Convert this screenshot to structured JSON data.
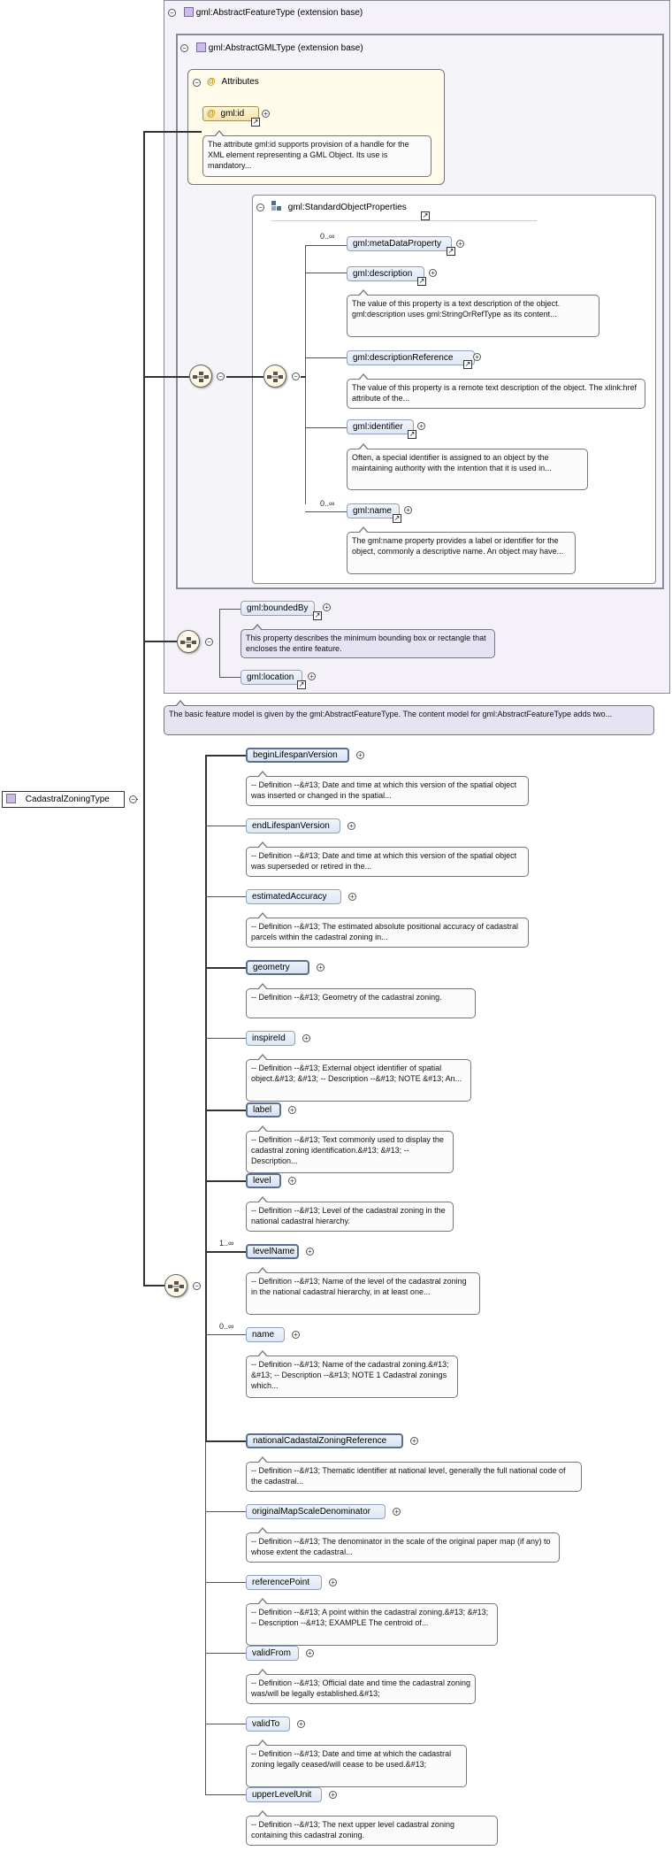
{
  "root": {
    "label": "CadastralZoningType"
  },
  "abstract_feature": {
    "title": "gml:AbstractFeatureType (extension base)",
    "note": "The basic feature model is given by the gml:AbstractFeatureType. The content model for gml:AbstractFeatureType adds two..."
  },
  "abstract_gml": {
    "title": "gml:AbstractGMLType (extension base)"
  },
  "attributes": {
    "title": "Attributes",
    "id_label": "gml:id",
    "id_note": "The attribute gml:id supports provision of a handle for the XML element representing a GML Object. Its use is mandatory..."
  },
  "standard_props": {
    "title": "gml:StandardObjectProperties",
    "items": [
      {
        "label": "gml:metaDataProperty",
        "card": "0..∞",
        "note": ""
      },
      {
        "label": "gml:description",
        "card": "",
        "note": "The value of this property is a text description of the object. gml:description uses gml:StringOrRefType as its content..."
      },
      {
        "label": "gml:descriptionReference",
        "card": "",
        "note": "The value of this property is a remote text description of the object. The xlink:href attribute of the..."
      },
      {
        "label": "gml:identifier",
        "card": "",
        "note": "Often, a special identifier is assigned to an object by the maintaining authority with the intention that it is used in..."
      },
      {
        "label": "gml:name",
        "card": "0..∞",
        "note": "The gml:name property provides a label or identifier for the object, commonly a descriptive name. An object may have..."
      }
    ]
  },
  "feature_props": [
    {
      "label": "gml:boundedBy",
      "note": "This property describes the minimum bounding box or rectangle that encloses the entire feature."
    },
    {
      "label": "gml:location",
      "note": ""
    }
  ],
  "elements": [
    {
      "label": "beginLifespanVersion",
      "card": "",
      "note": "-- Definition --&#13; Date and time at which this version of the spatial object was inserted or changed in the spatial..."
    },
    {
      "label": "endLifespanVersion",
      "card": "",
      "note": "-- Definition --&#13; Date and time at which this version of the spatial object was superseded or retired in the..."
    },
    {
      "label": "estimatedAccuracy",
      "card": "",
      "note": "-- Definition --&#13; The estimated absolute positional accuracy of cadastral parcels within the cadastral zoning in..."
    },
    {
      "label": "geometry",
      "card": "",
      "note": "-- Definition --&#13; Geometry of the cadastral zoning."
    },
    {
      "label": "inspireId",
      "card": "",
      "note": "-- Definition --&#13; External object identifier of spatial object.&#13; &#13; -- Description --&#13; NOTE &#13; An..."
    },
    {
      "label": "label",
      "card": "",
      "note": "-- Definition --&#13; Text commonly used to display the cadastral zoning identification.&#13; &#13; -- Description..."
    },
    {
      "label": "level",
      "card": "",
      "note": "-- Definition --&#13; Level of the cadastral zoning in the national cadastral hierarchy."
    },
    {
      "label": "levelName",
      "card": "1..∞",
      "note": "-- Definition --&#13; Name of the level of the cadastral zoning in the national cadastral hierarchy, in at least one..."
    },
    {
      "label": "name",
      "card": "0..∞",
      "note": "-- Definition --&#13; Name of the cadastral zoning.&#13; &#13; -- Description --&#13; NOTE 1 Cadastral zonings which..."
    },
    {
      "label": "nationalCadastalZoningReference",
      "card": "",
      "note": "-- Definition --&#13; Thematic identifier at national level, generally the full national code of the cadastral..."
    },
    {
      "label": "originalMapScaleDenominator",
      "card": "",
      "note": "-- Definition --&#13; The denominator in the scale of the original paper map (if any) to whose extent the cadastral..."
    },
    {
      "label": "referencePoint",
      "card": "",
      "note": "-- Definition --&#13; A point within the cadastral zoning.&#13; &#13; -- Description --&#13; EXAMPLE The centroid of..."
    },
    {
      "label": "validFrom",
      "card": "",
      "note": "-- Definition --&#13; Official date and time the cadastral zoning was/will be legally established.&#13;"
    },
    {
      "label": "validTo",
      "card": "",
      "note": "-- Definition --&#13; Date and time at which the cadastral zoning legally ceased/will cease to be used.&#13;"
    },
    {
      "label": "upperLevelUnit",
      "card": "",
      "note": "-- Definition --&#13; The next upper level cadastral zoning containing this cadastral zoning."
    }
  ]
}
